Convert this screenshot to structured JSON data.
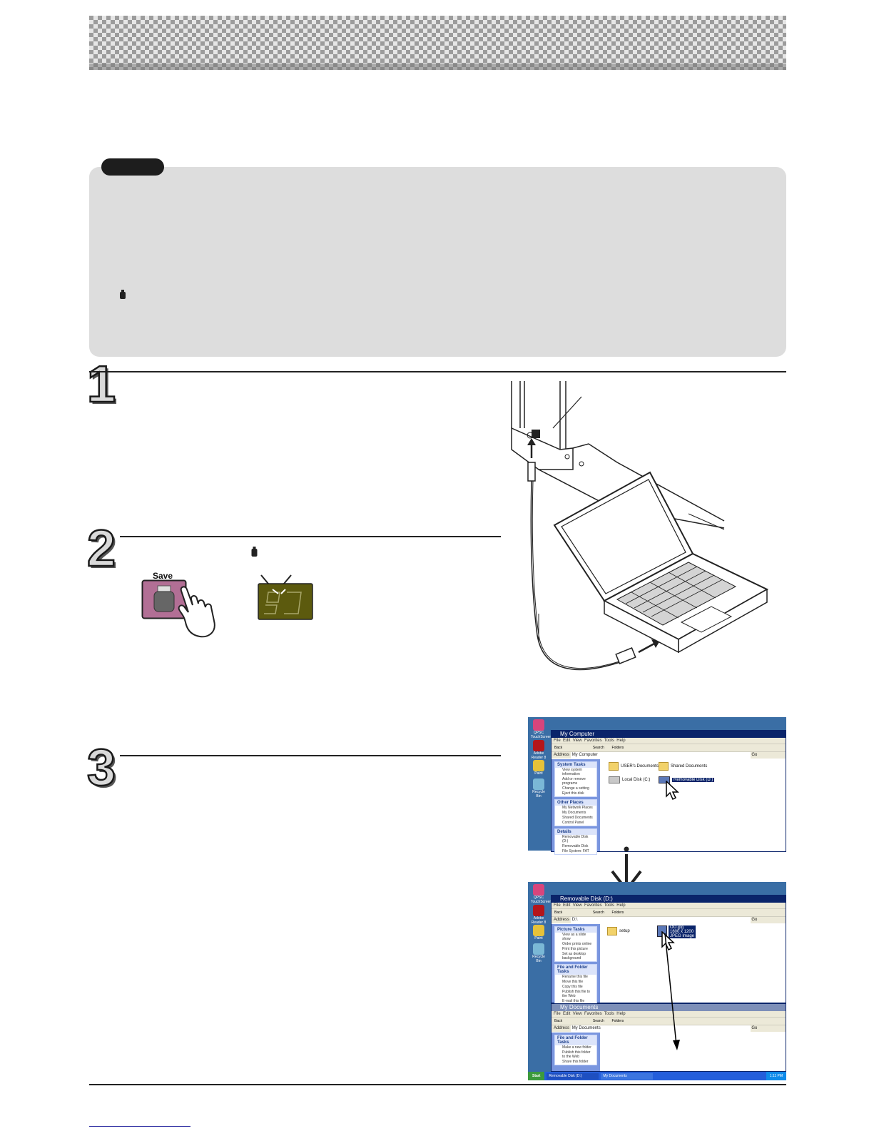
{
  "note": {
    "tab_label": ""
  },
  "steps": [
    {
      "number": "1"
    },
    {
      "number": "2"
    },
    {
      "number": "3"
    }
  ],
  "save_button": {
    "label": "Save"
  },
  "icons": {
    "usb_memory": "usb-memory-icon",
    "hand": "pointing-hand-icon",
    "indicator": "flashing-indicator-icon"
  },
  "colors": {
    "save_button": "#b26f95",
    "indicator": "#5c5a0e",
    "desktop": "#3a6ea5",
    "selection": "#0a246a"
  },
  "desktop_icons": [
    "QPSC TouchScreen",
    "Adobe Reader 8",
    "Paint",
    "Recycle Bin"
  ],
  "window1": {
    "title": "My Computer",
    "menu": [
      "File",
      "Edit",
      "View",
      "Favorites",
      "Tools",
      "Help"
    ],
    "toolbar": [
      "Back",
      "Search",
      "Folders"
    ],
    "address_label": "Address",
    "address_value": "My Computer",
    "go_label": "Go",
    "task_blocks": [
      {
        "title": "System Tasks",
        "items": [
          "View system information",
          "Add or remove programs",
          "Change a setting",
          "Eject this disk"
        ]
      },
      {
        "title": "Other Places",
        "items": [
          "My Network Places",
          "My Documents",
          "Shared Documents",
          "Control Panel"
        ]
      },
      {
        "title": "Details",
        "items": [
          "Removable Disk (D:)",
          "Removable Disk",
          "File System: FAT"
        ]
      }
    ],
    "items": [
      "USER's Documents",
      "Shared Documents",
      "Local Disk (C:)",
      "Removable Disk (D:)"
    ]
  },
  "window2": {
    "title": "Removable Disk (D:)",
    "menu": [
      "File",
      "Edit",
      "View",
      "Favorites",
      "Tools",
      "Help"
    ],
    "toolbar": [
      "Back",
      "Search",
      "Folders"
    ],
    "address_label": "Address",
    "address_value": "D:\\",
    "go_label": "Go",
    "task_blocks": [
      {
        "title": "Picture Tasks",
        "items": [
          "View as a slide show",
          "Order prints online",
          "Print this picture",
          "Set as desktop background"
        ]
      },
      {
        "title": "File and Folder Tasks",
        "items": [
          "Rename this file",
          "Move this file",
          "Copy this file",
          "Publish this file to the Web",
          "E-mail this file"
        ]
      }
    ],
    "items": [
      "setup",
      "OO.jpg"
    ],
    "selected_info": [
      "OO.jpg",
      "1600 x 1200",
      "JPEG Image"
    ]
  },
  "window3": {
    "title": "My Documents",
    "menu": [
      "File",
      "Edit",
      "View",
      "Favorites",
      "Tools",
      "Help"
    ],
    "toolbar": [
      "Back",
      "Search",
      "Folders"
    ],
    "address_label": "Address",
    "address_value": "My Documents",
    "go_label": "Go",
    "task_blocks": [
      {
        "title": "File and Folder Tasks",
        "items": [
          "Make a new folder",
          "Publish this folder to the Web",
          "Share this folder"
        ]
      }
    ]
  },
  "taskbar": {
    "start_label": "Start",
    "buttons": [
      "Removable Disk (D:)",
      "My Documents"
    ],
    "clock": "1:11 PM"
  }
}
